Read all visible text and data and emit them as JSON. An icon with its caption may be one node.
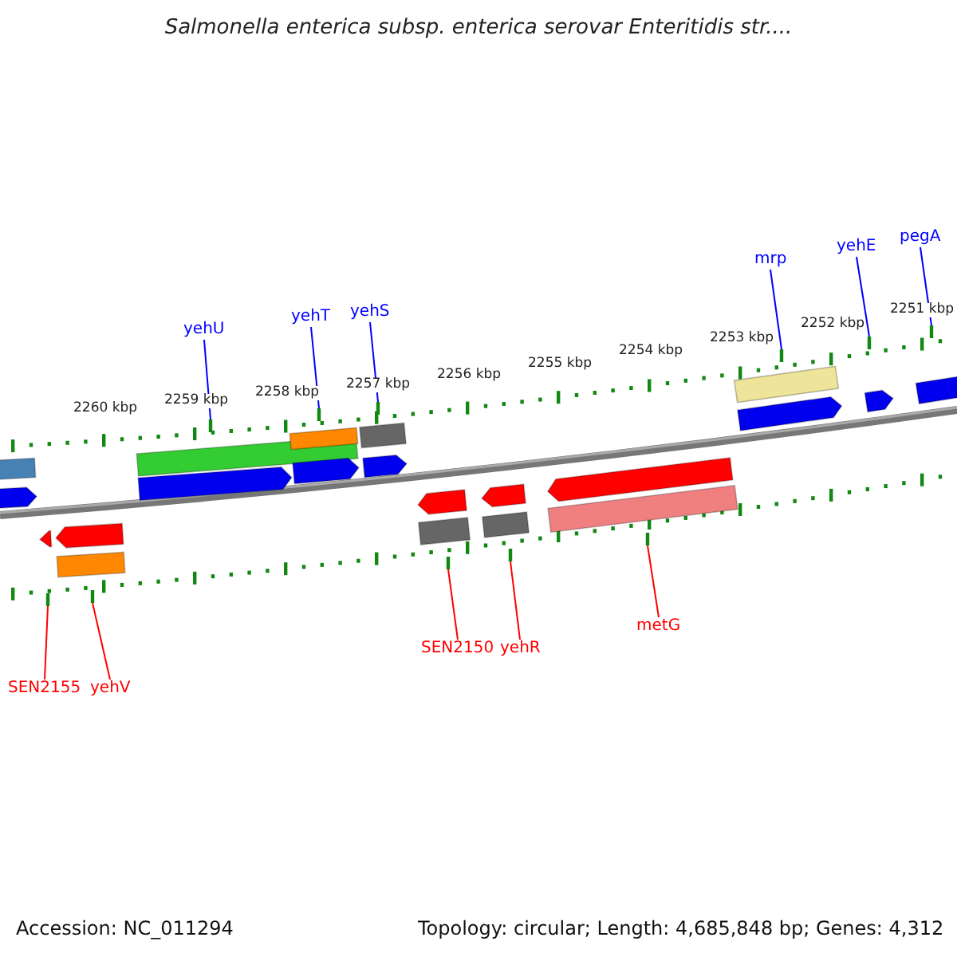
{
  "diagram": {
    "title": "Salmonella enterica subsp. enterica serovar Enteritidis str....",
    "nodes": [
      {
        "text": [
          "yehU"
        ]
      },
      {
        "text": [
          "yehT"
        ]
      },
      {
        "text": [
          "yehS"
        ]
      },
      {
        "text": [
          "mrp"
        ]
      },
      {
        "text": [
          "yehE"
        ]
      },
      {
        "text": [
          "pegA"
        ]
      },
      {
        "text": [
          "SEN2155"
        ]
      },
      {
        "text": [
          "yehV"
        ]
      },
      {
        "text": [
          "SEN2150"
        ]
      },
      {
        "text": [
          "yehR"
        ]
      },
      {
        "text": [
          "metG"
        ]
      },
      {
        "text": [],
        "shape": "tick"
      },
      {
        "text": [],
        "shape": "tick"
      },
      {
        "text": [],
        "shape": "tick"
      },
      {
        "text": [],
        "shape": "tick"
      },
      {
        "text": [],
        "shape": "tick"
      },
      {
        "text": [],
        "shape": "tick"
      },
      {
        "text": [],
        "shape": "tick"
      },
      {
        "text": [],
        "shape": "tick"
      },
      {
        "text": [],
        "shape": "tick"
      },
      {
        "text": [],
        "shape": "tick"
      },
      {
        "text": [],
        "shape": "tick"
      }
    ],
    "edges": [
      {
        "from": 0,
        "to": 11,
        "arrow": "none"
      },
      {
        "from": 1,
        "to": 12,
        "arrow": "none"
      },
      {
        "from": 2,
        "to": 13,
        "arrow": "none"
      },
      {
        "from": 3,
        "to": 14,
        "arrow": "none"
      },
      {
        "from": 4,
        "to": 15,
        "arrow": "none"
      },
      {
        "from": 5,
        "to": 16,
        "arrow": "none"
      },
      {
        "from": 6,
        "to": 17,
        "arrow": "none",
        "color": "#ff0000"
      },
      {
        "from": 7,
        "to": 18,
        "arrow": "none",
        "color": "#ff0000"
      },
      {
        "from": 8,
        "to": 19,
        "arrow": "none",
        "color": "#ff0000"
      },
      {
        "from": 9,
        "to": 20,
        "arrow": "none",
        "color": "#ff0000"
      },
      {
        "from": 10,
        "to": 21,
        "arrow": "none",
        "color": "#ff0000"
      }
    ],
    "labels": [
      "2260 kbp",
      "2259 kbp",
      "2258 kbp",
      "2257 kbp",
      "2256 kbp",
      "2255 kbp",
      "2254 kbp",
      "2253 kbp",
      "2252 kbp",
      "2251 kbp",
      "Accession: NC_011294",
      "Topology: circular; Length: 4,685,848 bp; Genes: 4,312"
    ]
  }
}
